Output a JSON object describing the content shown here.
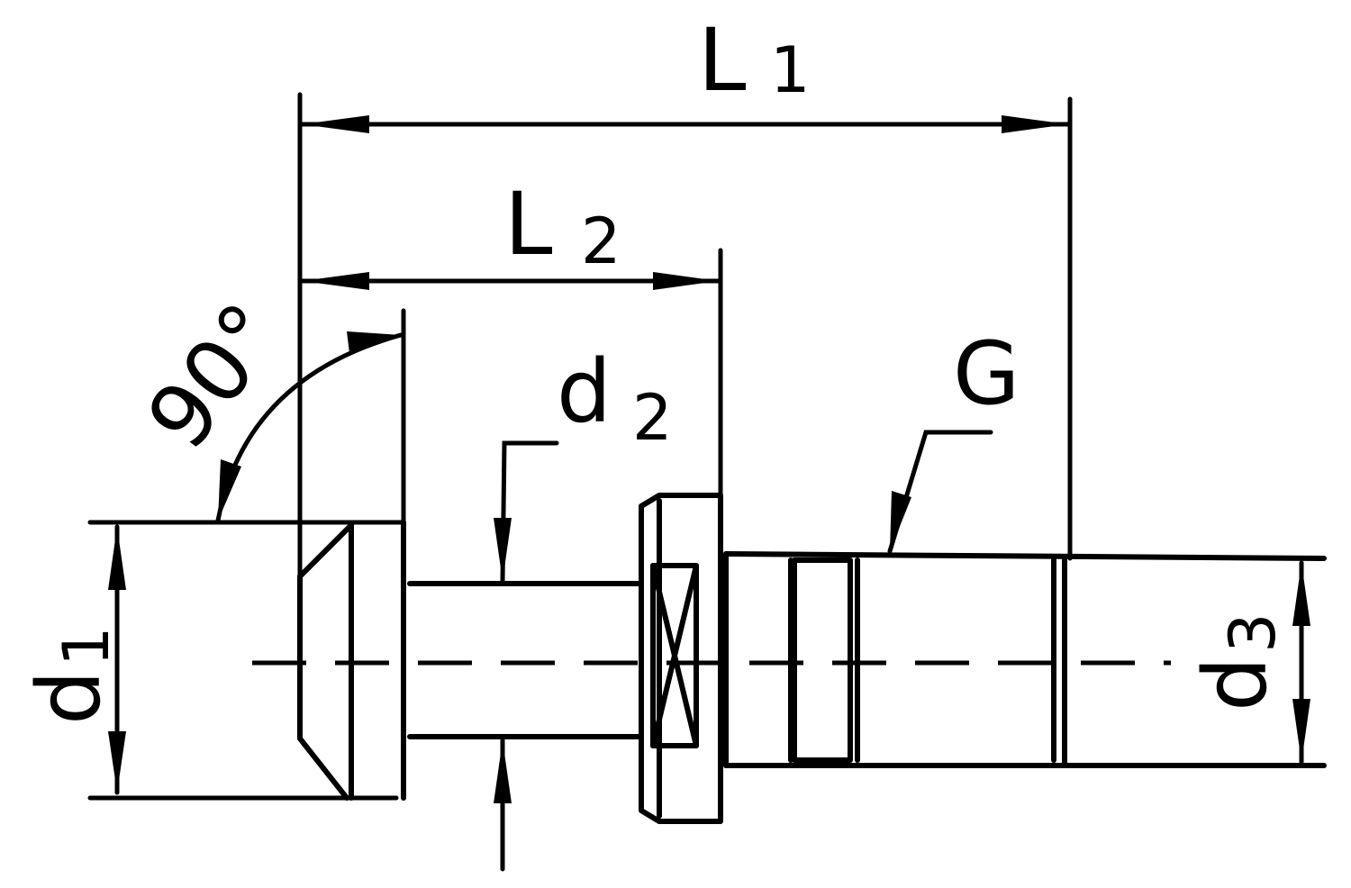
{
  "labels": {
    "L1_main": "L",
    "L1_sub": "1",
    "L2_main": "L",
    "L2_sub": "2",
    "d1_main": "d",
    "d1_sub": "1",
    "d2_main": "d",
    "d2_sub": "2",
    "d3_main": "d",
    "d3_sub": "3",
    "G": "G",
    "angle": "90°"
  }
}
